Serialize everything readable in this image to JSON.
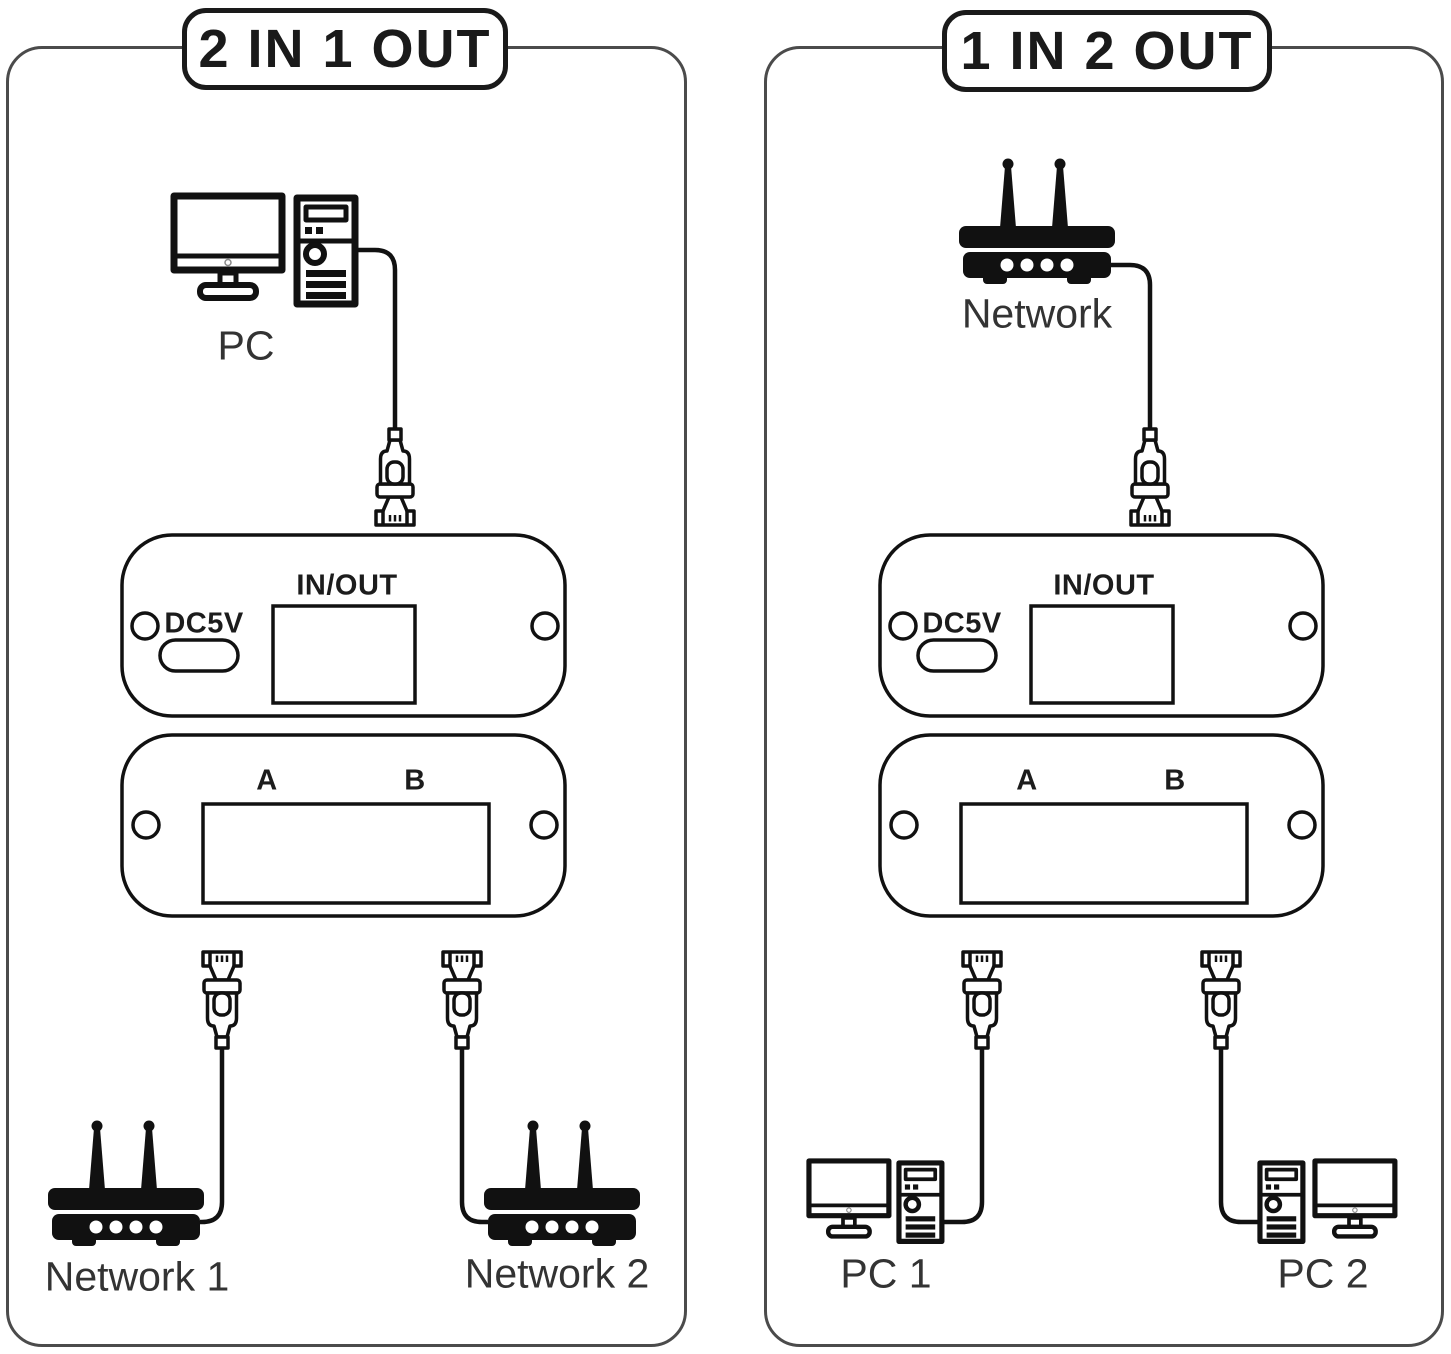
{
  "colors": {
    "ink": "#111111",
    "label": "#333333",
    "panel_border": "#4b4b4b",
    "background": "#ffffff"
  },
  "left_panel": {
    "title": "2 IN 1 OUT",
    "source": {
      "label": "PC",
      "type": "pc"
    },
    "switch_top": {
      "port": "IN/OUT",
      "power": "DC5V"
    },
    "switch_bottom": {
      "port_a": "A",
      "port_b": "B"
    },
    "endpoints": [
      {
        "label": "Network 1",
        "type": "router"
      },
      {
        "label": "Network 2",
        "type": "router"
      }
    ]
  },
  "right_panel": {
    "title": "1 IN 2 OUT",
    "source": {
      "label": "Network",
      "type": "router"
    },
    "switch_top": {
      "port": "IN/OUT",
      "power": "DC5V"
    },
    "switch_bottom": {
      "port_a": "A",
      "port_b": "B"
    },
    "endpoints": [
      {
        "label": "PC 1",
        "type": "pc"
      },
      {
        "label": "PC 2",
        "type": "pc"
      }
    ]
  }
}
